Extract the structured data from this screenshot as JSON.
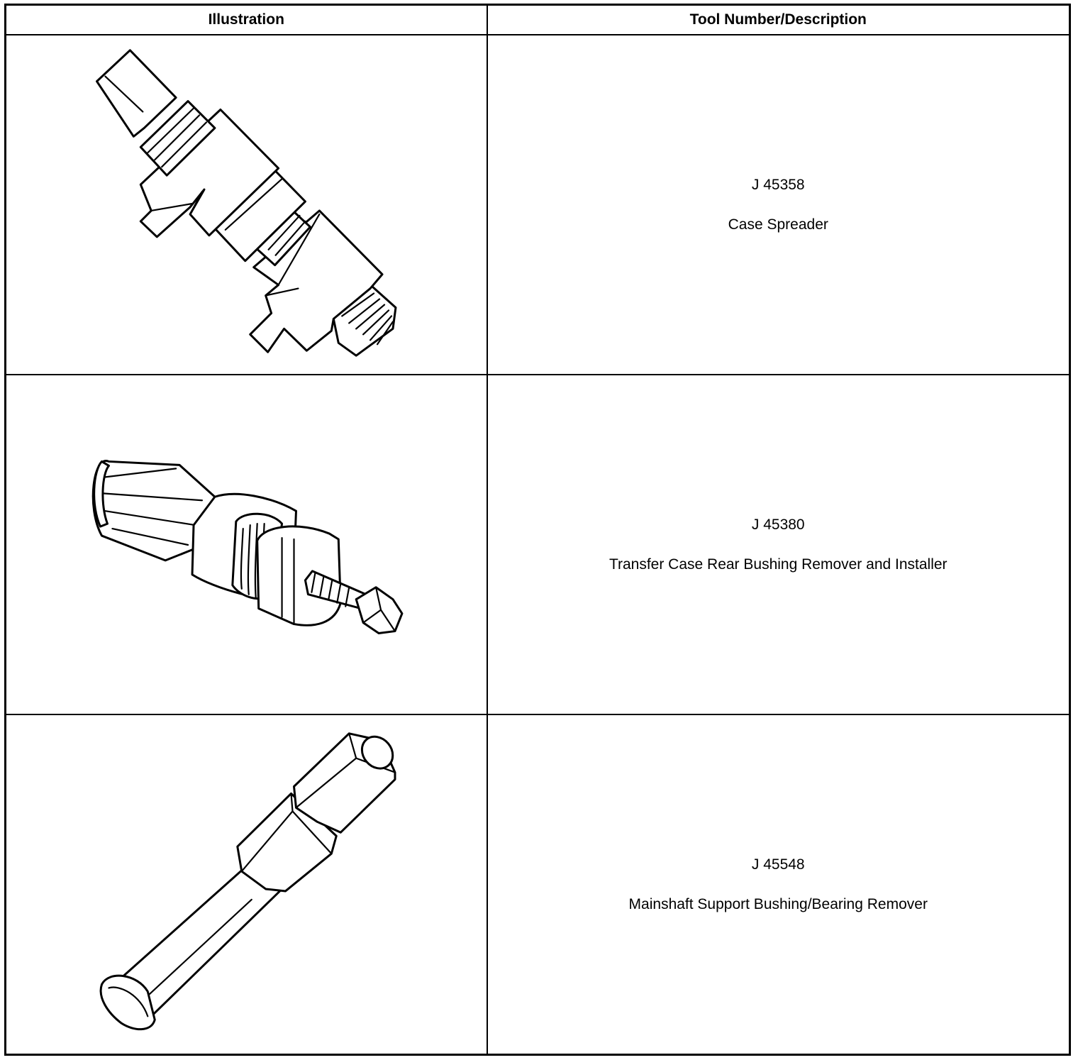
{
  "table": {
    "headers": {
      "illustration": "Illustration",
      "tool": "Tool Number/Description"
    },
    "rows": [
      {
        "number": "J 45358",
        "description": "Case Spreader",
        "icon": "case-spreader-drawing"
      },
      {
        "number": "J 45380",
        "description": "Transfer Case Rear Bushing Remover and Installer",
        "icon": "bushing-remover-installer-drawing"
      },
      {
        "number": "J 45548",
        "description": "Mainshaft Support Bushing/Bearing Remover",
        "icon": "mainshaft-bushing-remover-drawing"
      }
    ]
  }
}
